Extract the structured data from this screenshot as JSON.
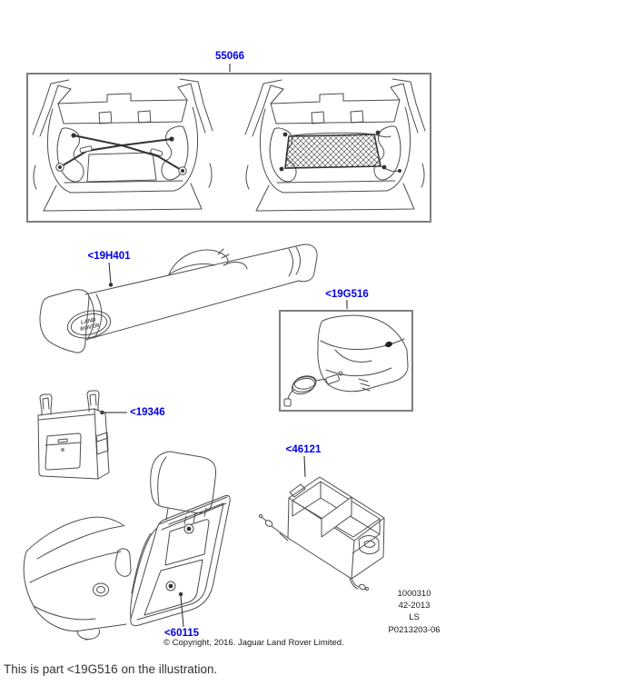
{
  "callouts": {
    "net_kit": "55066",
    "ski_bag": "<19H401",
    "cool_bag": "<19G516",
    "hanging_storage": "<19346",
    "loadspace_organiser": "<46121",
    "seat_back_storage": "<60115"
  },
  "logo": {
    "line1": "LAND",
    "line2": "ROVER"
  },
  "plate": {
    "line1": "1000310",
    "line2": "42-2013",
    "line3": "LS",
    "line4": "P0213203-06"
  },
  "footer": {
    "copyright": "© Copyright, 2016. Jaguar Land Rover Limited.",
    "note": "This is part <19G516 on the illustration."
  },
  "colors": {
    "callout_blue": "#0000e6",
    "line_art": "#4d4d4d",
    "frame_gray": "#7d7d7d"
  }
}
